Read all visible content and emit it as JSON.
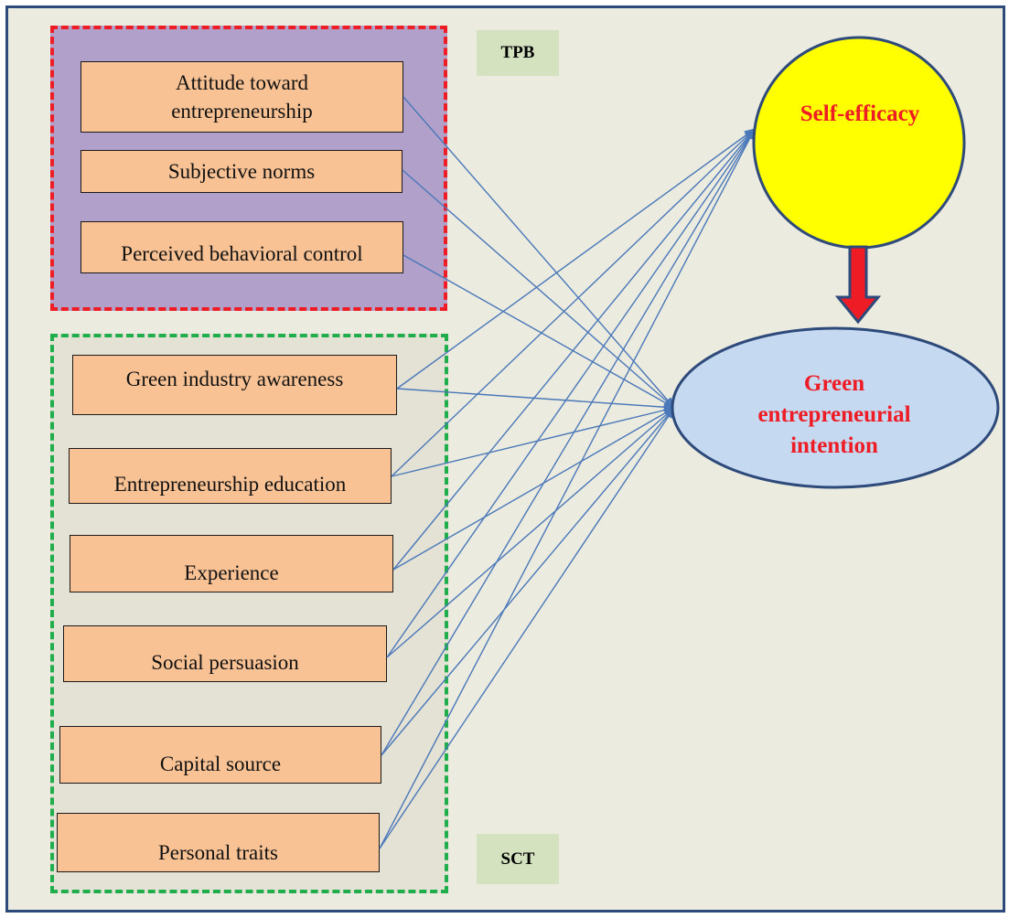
{
  "frameworks": {
    "tpb": "TPB",
    "sct": "SCT"
  },
  "tpb_factors": [
    "Attitude toward entrepreneurship",
    "Subjective norms",
    "Perceived behavioral control"
  ],
  "sct_factors": [
    "Green industry awareness",
    "Entrepreneurship education",
    "Experience",
    "Social persuasion",
    "Capital source",
    "Personal traits"
  ],
  "mediator": {
    "label": "Self-efficacy"
  },
  "outcome": {
    "label": "Green entrepreneurial intention"
  },
  "colors": {
    "background": "#ecebe0",
    "frame_border": "#2e4a7a",
    "tpb_fill": "#b1a0c9",
    "tpb_border": "#ee1c24",
    "sct_border": "#1fae4b",
    "factor_fill": "#f8c294",
    "arrow": "#4a78b8",
    "self_efficacy_fill": "#ffff00",
    "intention_fill": "#c5d9f1",
    "node_text": "#ee1c24",
    "block_arrow": "#ee1c24"
  }
}
